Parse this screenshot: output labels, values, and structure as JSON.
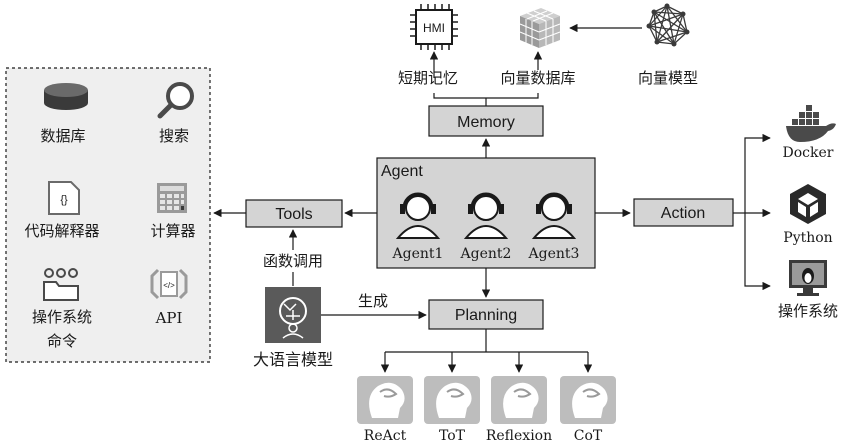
{
  "memory": {
    "box_label": "Memory",
    "hmi_label": "HMI",
    "short_term_label": "短期记忆",
    "vector_db_label": "向量数据库",
    "vector_model_label": "向量模型"
  },
  "agent": {
    "title": "Agent",
    "members": [
      "Agent1",
      "Agent2",
      "Agent3"
    ]
  },
  "tools": {
    "box_label": "Tools",
    "items": {
      "database": "数据库",
      "search": "搜索",
      "code_interpreter": "代码解释器",
      "calculator": "计算器",
      "os_command_line1": "操作系统",
      "os_command_line2": "命令",
      "api": "API"
    }
  },
  "action": {
    "box_label": "Action",
    "targets": {
      "docker": "Docker",
      "python": "Python",
      "os": "操作系统"
    }
  },
  "planning": {
    "box_label": "Planning",
    "methods": [
      "ReAct",
      "ToT",
      "Reflexion",
      "CoT"
    ]
  },
  "llm": {
    "label": "大语言模型",
    "function_call_label": "函数调用",
    "generate_label": "生成"
  }
}
